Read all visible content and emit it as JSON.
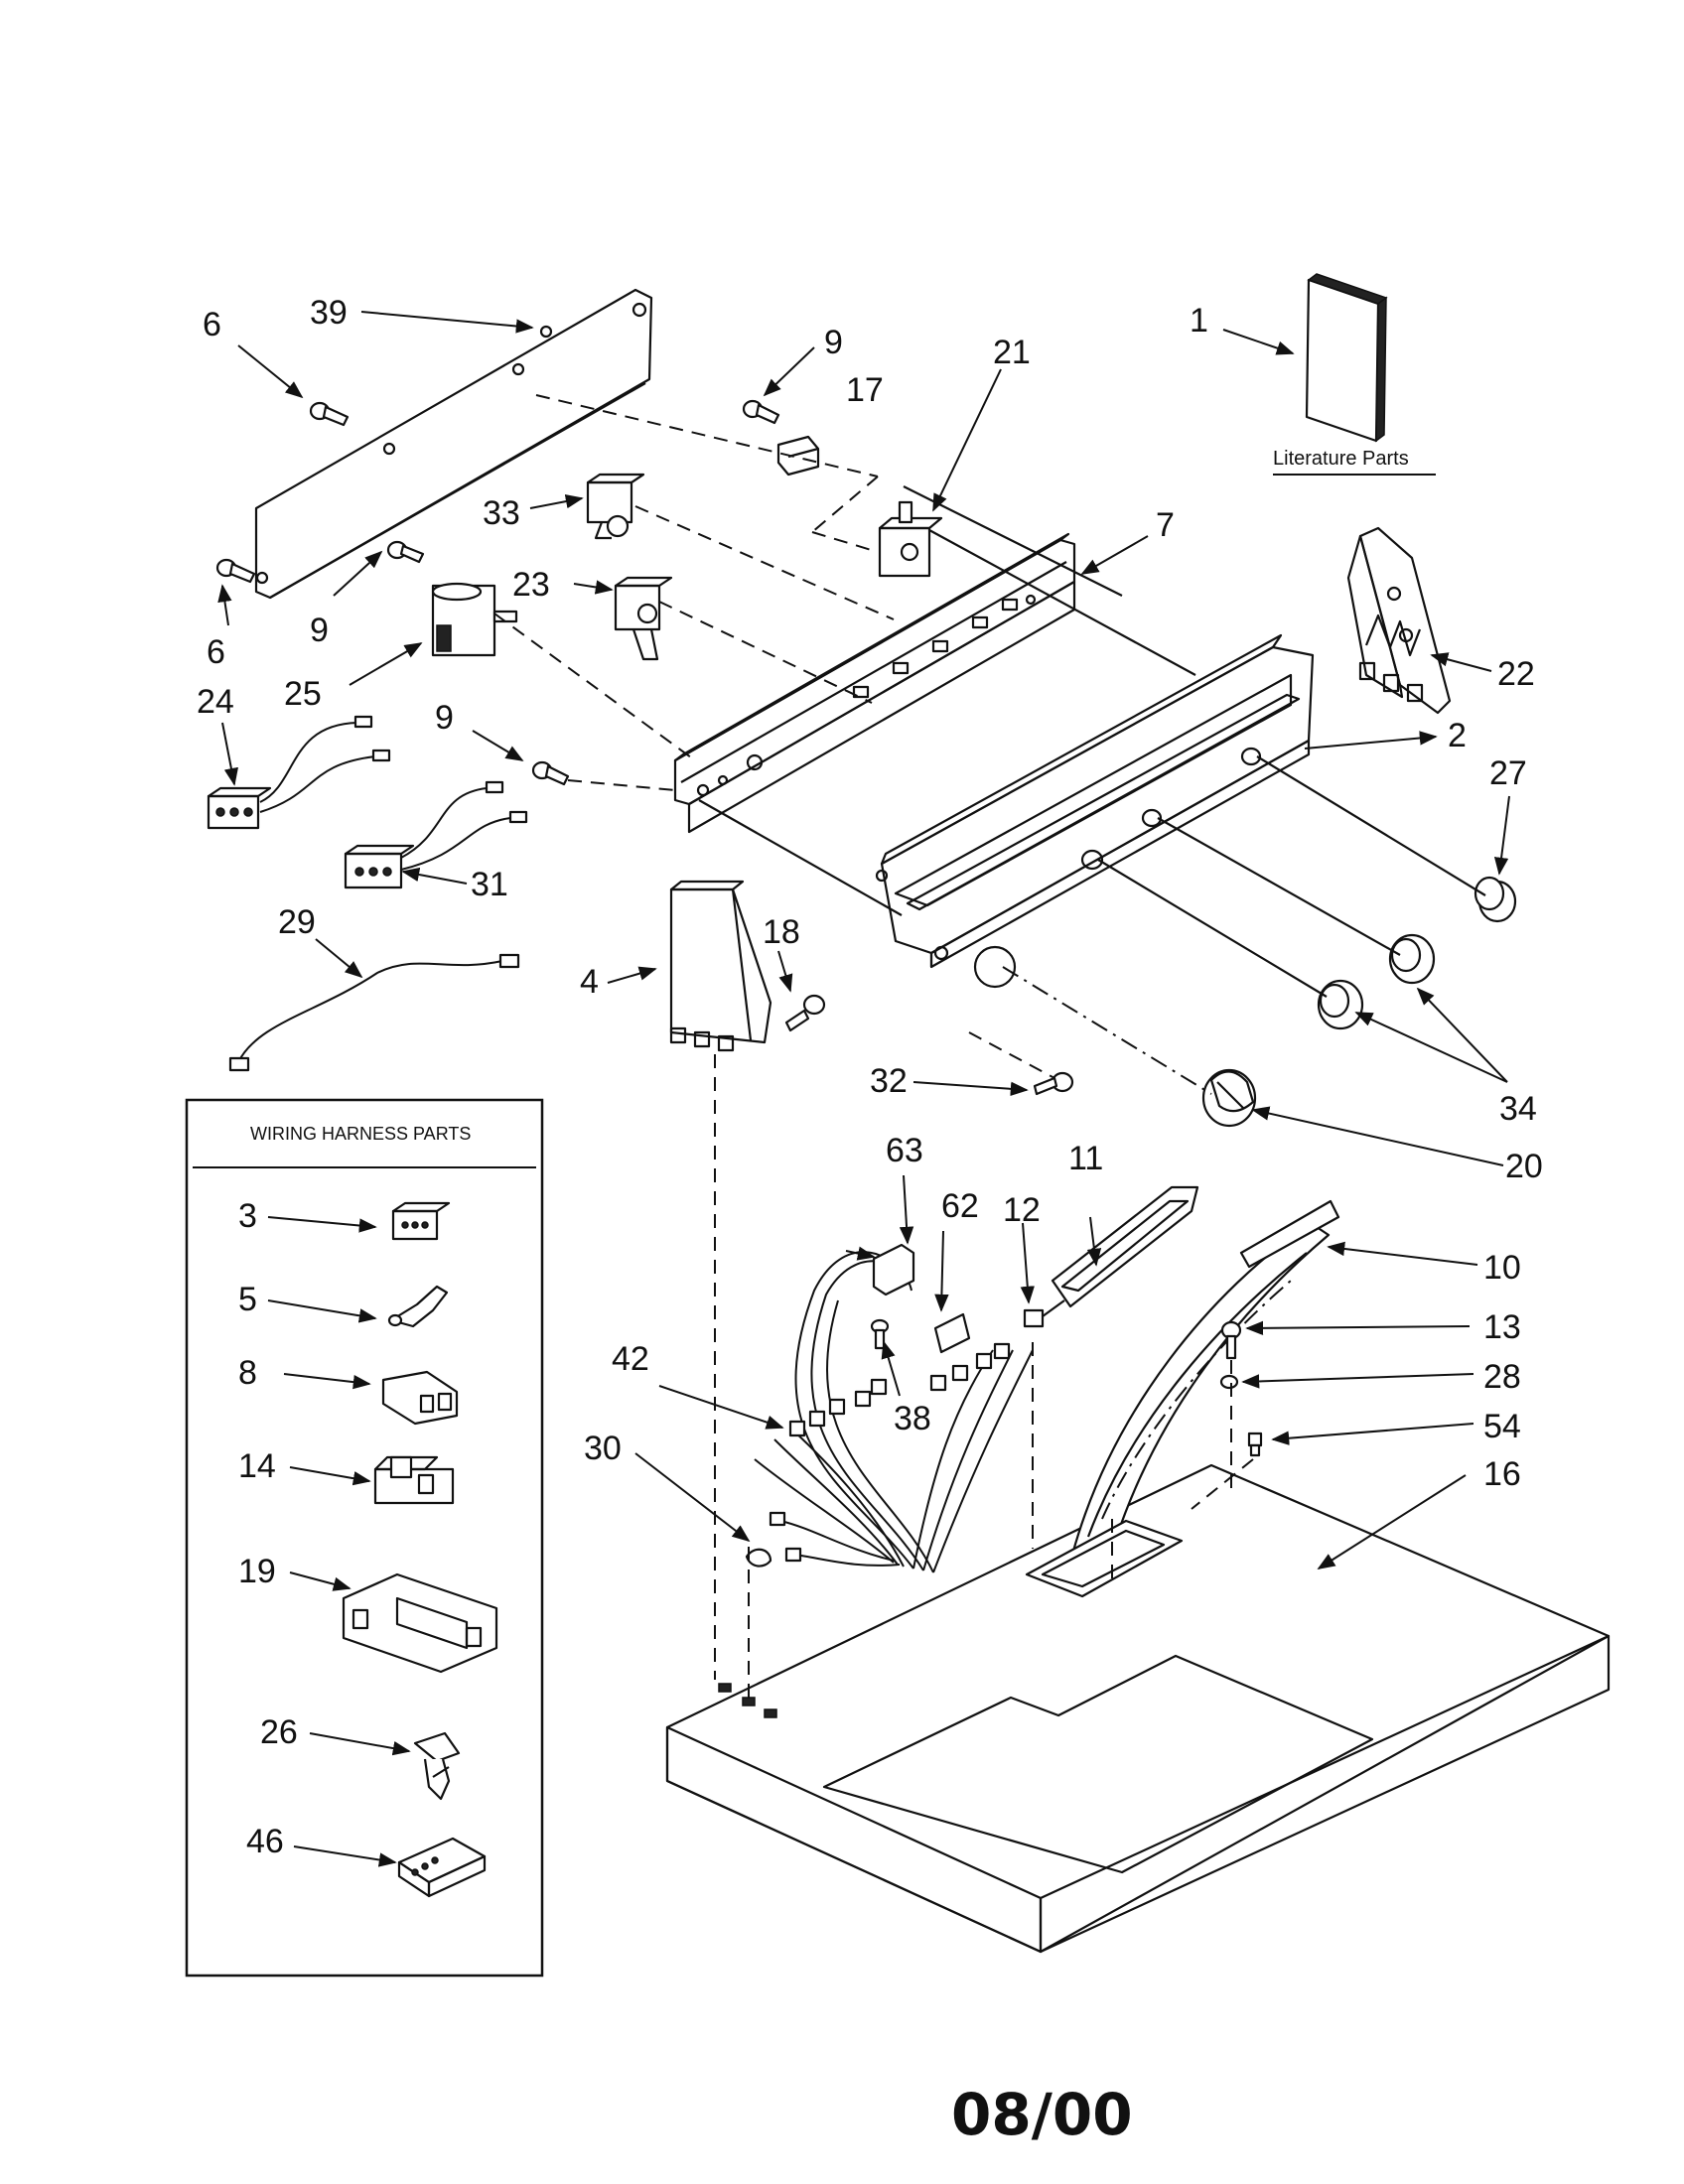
{
  "diagram": {
    "footer_code": "08/00",
    "literature_caption": "Literature Parts",
    "wiring_box_title": "WIRING HARNESS PARTS",
    "callouts": {
      "c1": "1",
      "c2": "2",
      "c4": "4",
      "c6a": "6",
      "c6b": "6",
      "c7": "7",
      "c9a": "9",
      "c9b": "9",
      "c9c": "9",
      "c10": "10",
      "c11": "11",
      "c12": "12",
      "c13": "13",
      "c16": "16",
      "c17": "17",
      "c18": "18",
      "c20": "20",
      "c21": "21",
      "c22": "22",
      "c23": "23",
      "c24": "24",
      "c25": "25",
      "c27": "27",
      "c28": "28",
      "c29": "29",
      "c30": "30",
      "c31": "31",
      "c32": "32",
      "c33": "33",
      "c34": "34",
      "c38": "38",
      "c39": "39",
      "c42": "42",
      "c54": "54",
      "c62": "62",
      "c63": "63"
    },
    "wiring_callouts": {
      "w3": "3",
      "w5": "5",
      "w8": "8",
      "w14": "14",
      "w19": "19",
      "w26": "26",
      "w46": "46"
    }
  }
}
